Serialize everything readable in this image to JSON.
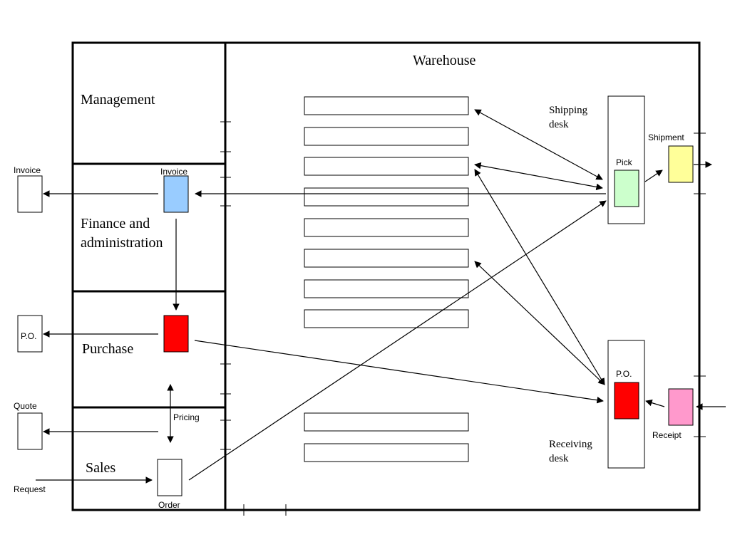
{
  "warehouse": {
    "title": "Warehouse",
    "shipping_desk": [
      "Shipping",
      "desk"
    ],
    "receiving_desk": [
      "Receiving",
      "desk"
    ],
    "pick_label": "Pick",
    "po_label": "P.O.",
    "shipment_label": "Shipment",
    "receipt_label": "Receipt"
  },
  "departments": {
    "management": "Management",
    "finance": [
      "Finance and",
      "administration"
    ],
    "purchase": "Purchase",
    "sales": "Sales"
  },
  "documents": {
    "invoice_inner": "Invoice",
    "invoice_outer": "Invoice",
    "po_outer": "P.O.",
    "quote_outer": "Quote",
    "pricing": "Pricing",
    "order": "Order",
    "request": "Request"
  },
  "colors": {
    "invoice": "#99ccff",
    "purchase_order": "#ff0000",
    "pick": "#ccffcc",
    "shipment": "#ffff99",
    "receipt": "#ff99cc"
  }
}
